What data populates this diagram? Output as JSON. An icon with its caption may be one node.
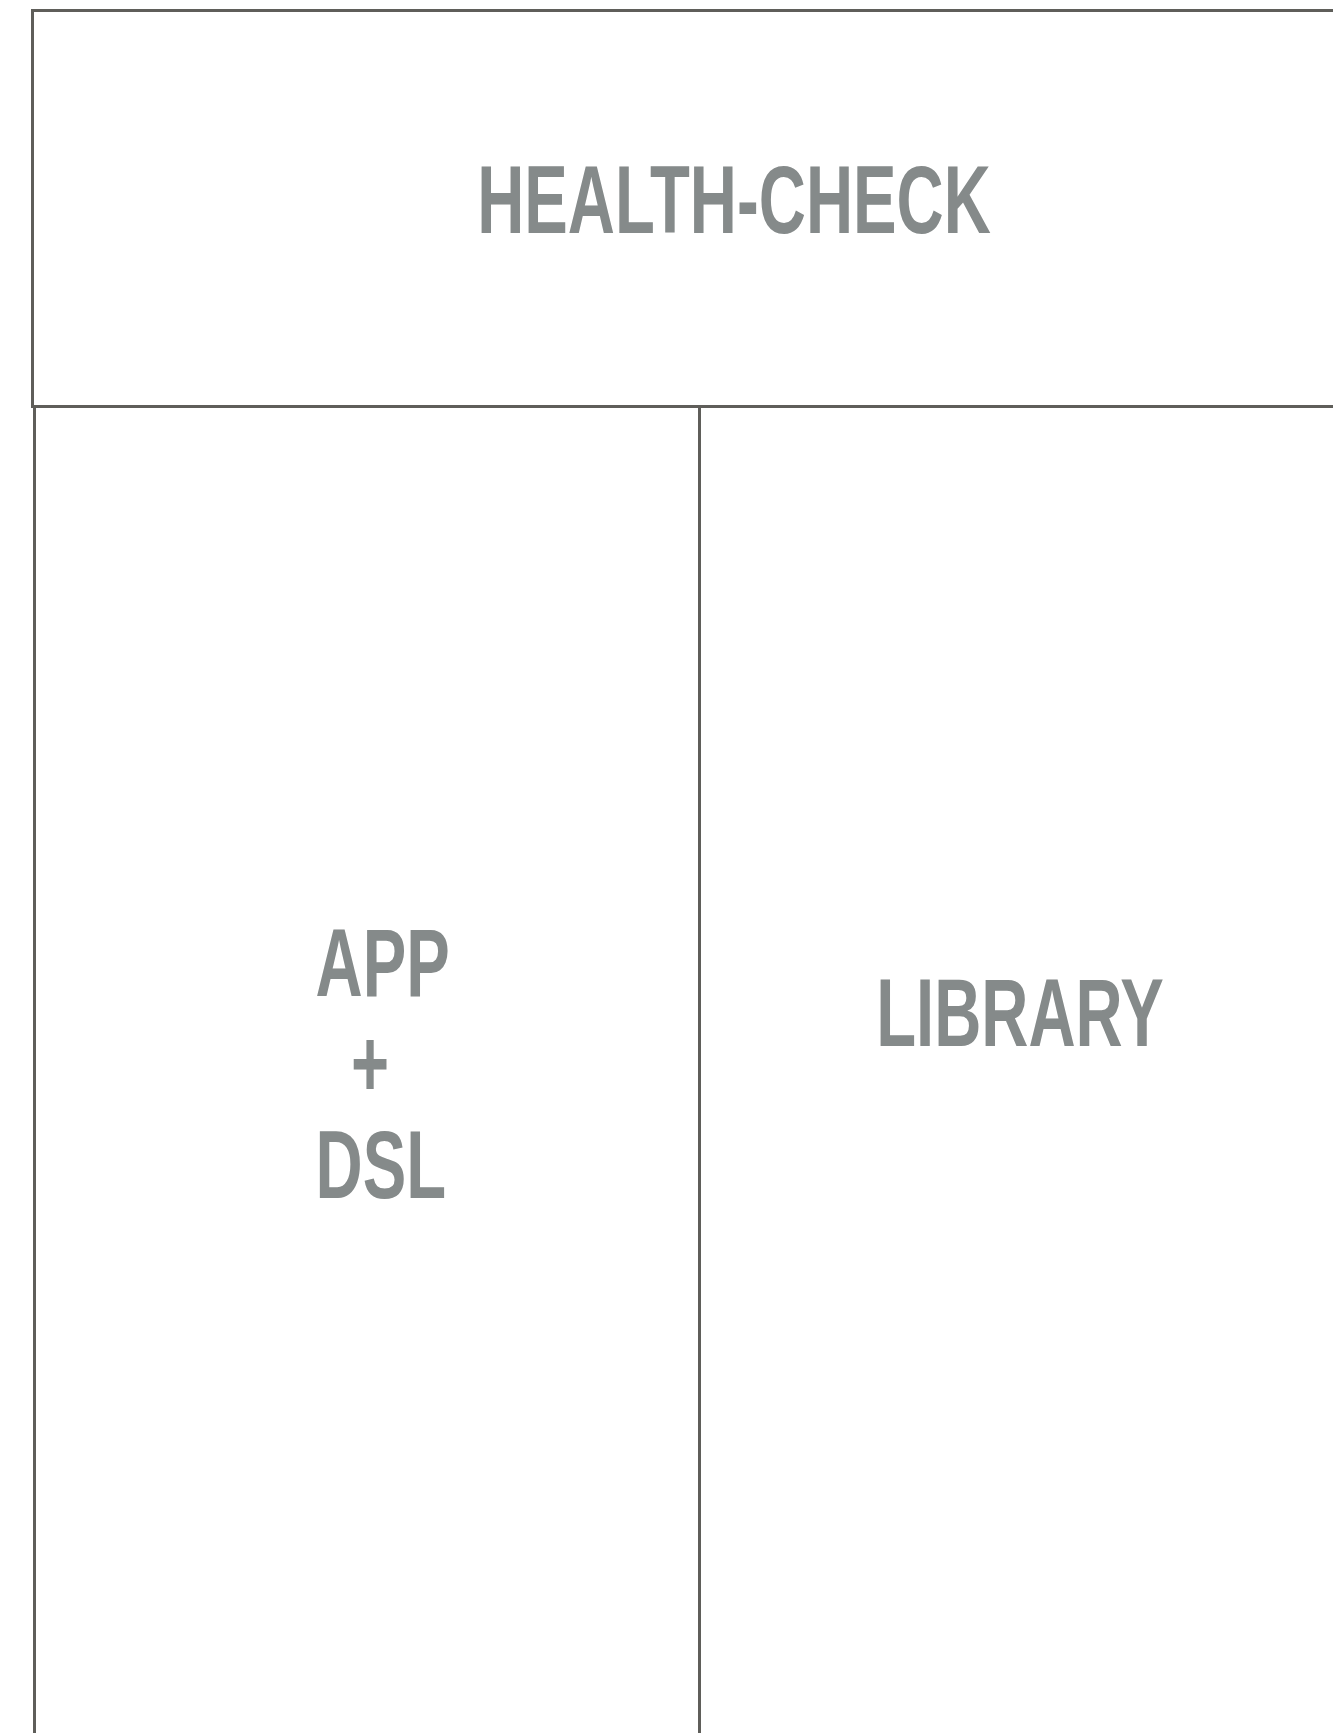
{
  "diagram": {
    "nodes": [
      {
        "text": [
          "HEALTH-CHECK"
        ]
      },
      {
        "text": [
          "APP + DSL"
        ]
      },
      {
        "text": [
          "LIBRARY"
        ]
      }
    ]
  }
}
